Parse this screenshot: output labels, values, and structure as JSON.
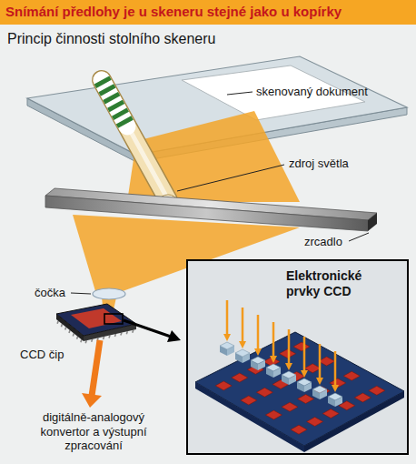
{
  "diagram": {
    "title": "Snímání předlohy je u skeneru stejné jako u kopírky",
    "nodes": [
      {
        "text": [
          "Elektronické prvky CCD"
        ]
      }
    ],
    "labels": [
      "Princip činnosti stolního skeneru",
      "skenovaný dokument",
      "zdroj světla",
      "zrcadlo",
      "čočka",
      "CCD čip",
      "digitálně-analogový konvertor a výstupní zpracování"
    ]
  }
}
